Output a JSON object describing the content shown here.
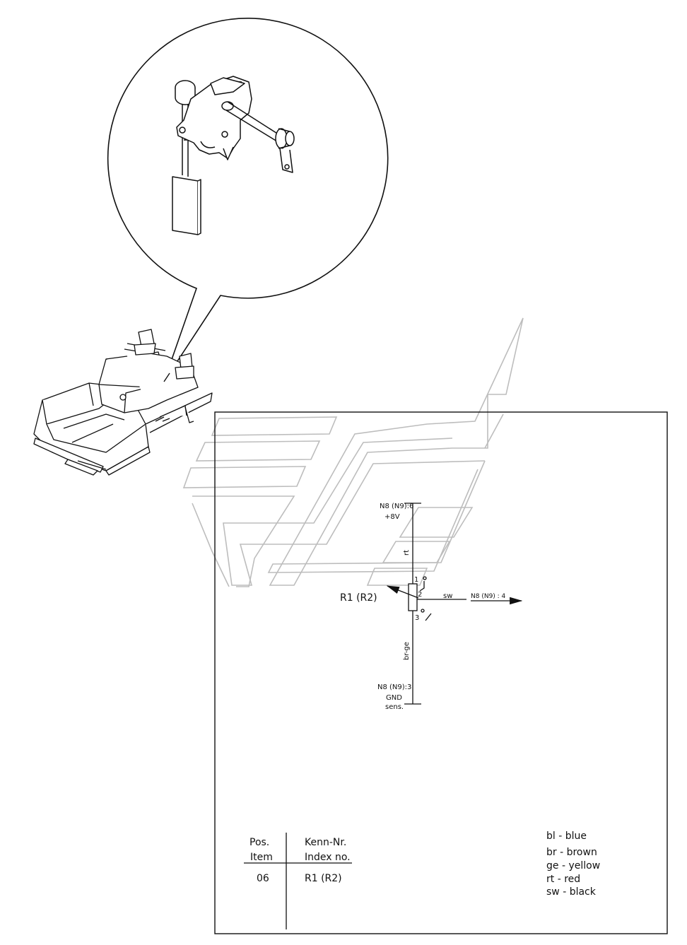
{
  "schematic": {
    "top_label": "N8 (N9):6",
    "top_voltage": "+8V",
    "wire_top": "rt",
    "pin_1": "1",
    "pin_2": "2",
    "pin_3": "3",
    "component": "R1 (R2)",
    "wire_out": "sw",
    "out_label": "N8 (N9) : 4",
    "wire_bottom": "br-ge",
    "bottom_label": "N8 (N9):3",
    "bottom_gnd": "GND",
    "bottom_sens": "sens."
  },
  "table": {
    "col1_header_de": "Pos.",
    "col1_header_en": "Item",
    "col2_header_de": "Kenn-Nr.",
    "col2_header_en": "Index no.",
    "rows": [
      {
        "pos": "06",
        "index": "R1 (R2)"
      }
    ]
  },
  "legend": [
    "bl - blue",
    "br - brown",
    "ge - yellow",
    "rt - red",
    "sw - black"
  ]
}
